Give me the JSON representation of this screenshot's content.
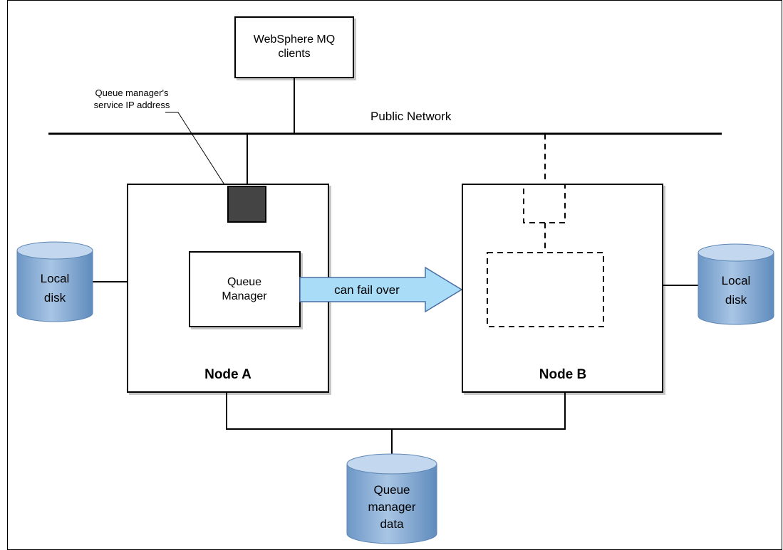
{
  "clients": {
    "lines": [
      "WebSphere MQ",
      "clients"
    ]
  },
  "network": {
    "label": "Public Network"
  },
  "service_ip": {
    "lines": [
      "Queue manager's",
      "service IP address"
    ]
  },
  "queue_manager": {
    "lines": [
      "Queue",
      "Manager"
    ]
  },
  "failover": {
    "label": "can fail over"
  },
  "node_a": {
    "label": "Node A"
  },
  "node_b": {
    "label": "Node B"
  },
  "local_disk_left": {
    "lines": [
      "Local",
      "disk"
    ]
  },
  "local_disk_right": {
    "lines": [
      "Local",
      "disk"
    ]
  },
  "shared_disk": {
    "lines": [
      "Queue",
      "manager",
      "data"
    ]
  },
  "colors": {
    "disk_fill": "#7ea6d1",
    "disk_top": "#c3d8ee",
    "disk_stroke": "#5c86b4",
    "arrow_fill": "#a9dcf7",
    "arrow_stroke": "#4a6fa5",
    "service_ip_fill": "#444444"
  }
}
